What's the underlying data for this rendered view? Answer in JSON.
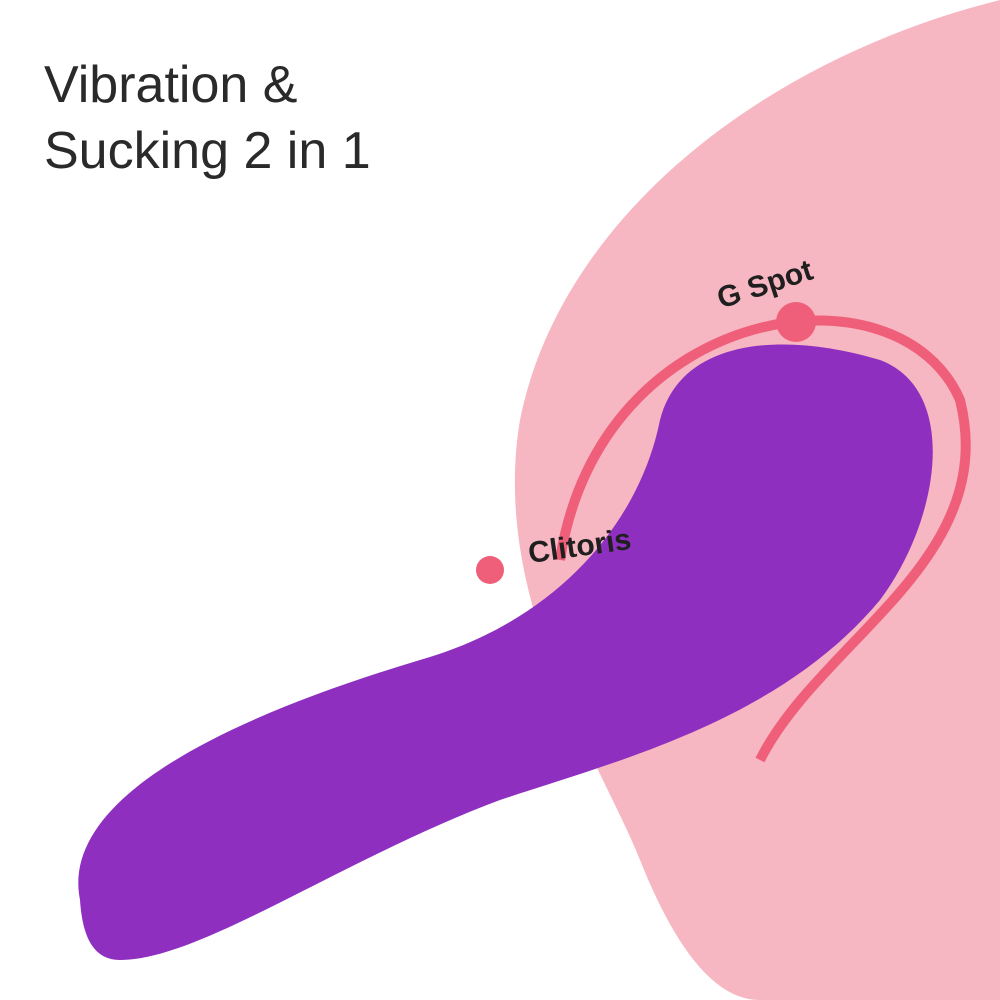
{
  "headline": {
    "line1": "Vibration &",
    "line2": "Sucking 2 in 1"
  },
  "labels": {
    "g_spot": "G Spot",
    "clitoris": "Clitoris"
  },
  "colors": {
    "product": "#8e2fc0",
    "accent_pink": "#ef5f7a",
    "background": "#ffffff"
  }
}
